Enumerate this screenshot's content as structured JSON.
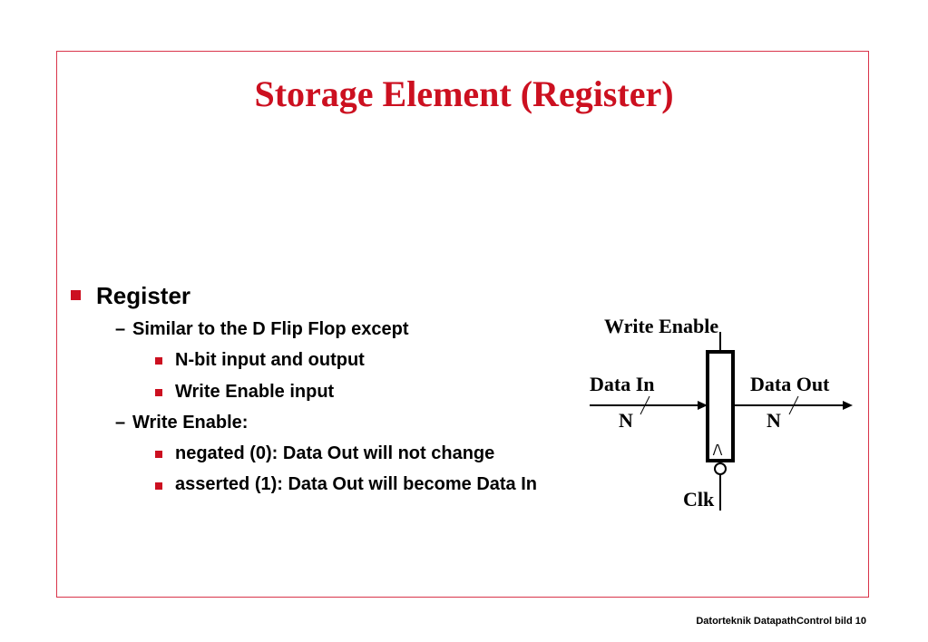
{
  "slide": {
    "title": "Storage Element (Register)",
    "bullet_main": "Register",
    "sub1": "Similar to the D Flip Flop except",
    "sub1_items": [
      "N-bit input and output",
      "Write Enable input"
    ],
    "sub2": "Write Enable:",
    "sub2_items": [
      "negated  (0): Data Out will not change",
      "asserted (1): Data Out will become Data In"
    ],
    "dash": "–",
    "footer": "Datorteknik DatapathControl bild 10"
  },
  "diagram": {
    "write_enable": "Write Enable",
    "data_in": "Data In",
    "data_out": "Data Out",
    "n_in": "N",
    "n_out": "N",
    "clock_edge": "/\\",
    "clk": "Clk"
  },
  "colors": {
    "title": "#cc1020",
    "bullet": "#cc1020",
    "border": "#d9344a"
  }
}
